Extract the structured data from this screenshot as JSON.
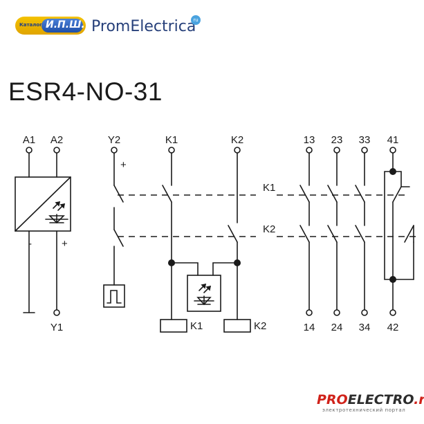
{
  "header": {
    "logo_small": "Каталог",
    "logo_main": "И.П.Ш.",
    "brand": "PromElectrica",
    "brand_ru": "ru"
  },
  "title": "ESR4-NO-31",
  "terminals": {
    "a1": "A1",
    "a2": "A2",
    "y2": "Y2",
    "k1_top": "K1",
    "k2_top": "K2",
    "t13": "13",
    "t23": "23",
    "t33": "33",
    "t41": "41",
    "y1": "Y1",
    "t14": "14",
    "t24": "24",
    "t34": "34",
    "t42": "42"
  },
  "signs": {
    "plus_y2": "+",
    "minus": "-",
    "plus": "+"
  },
  "lines": {
    "k1": "K1",
    "k2": "K2"
  },
  "coils": {
    "k1": "K1",
    "k2": "K2"
  },
  "footer": {
    "pro": "PRO",
    "electro": "ELECTRO",
    "ru": ".ru",
    "sub": "электротехнический портал"
  },
  "colors": {
    "line": "#1a1a1a",
    "brand": "#27407a",
    "accent": "#d0221a"
  }
}
